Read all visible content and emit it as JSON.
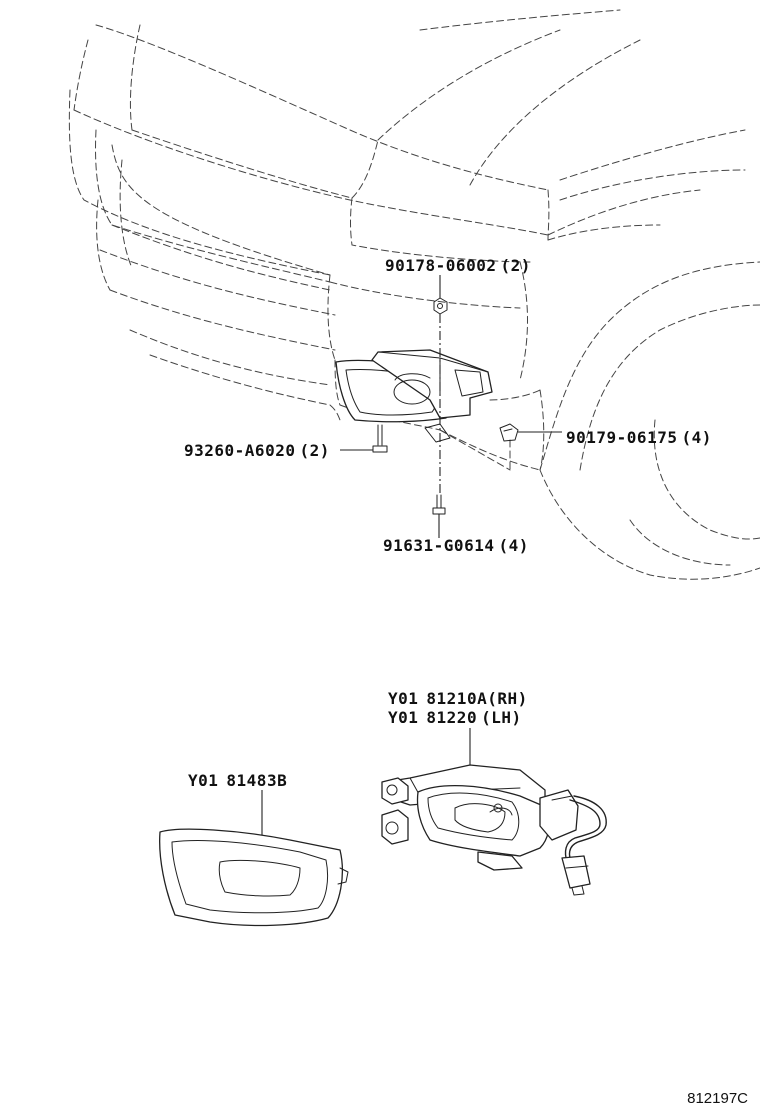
{
  "diagram": {
    "callouts": {
      "nut_upper": {
        "part": "90178-06002",
        "qty": "(2)"
      },
      "clip_right": {
        "part": "90179-06175",
        "qty": "(4)"
      },
      "screw_left": {
        "part": "93260-A6020",
        "qty": "(2)"
      },
      "bolt_lower": {
        "part": "91631-G0614",
        "qty": "(4)"
      },
      "fog_lamp_rh": {
        "prefix": "Y01",
        "part": "81210A",
        "qty": "(RH)"
      },
      "fog_lamp_lh": {
        "prefix": "Y01",
        "part": "81220",
        "qty": "(LH)"
      },
      "bezel": {
        "prefix": "Y01",
        "part": "81483B"
      }
    },
    "reference_code": "812197C"
  }
}
